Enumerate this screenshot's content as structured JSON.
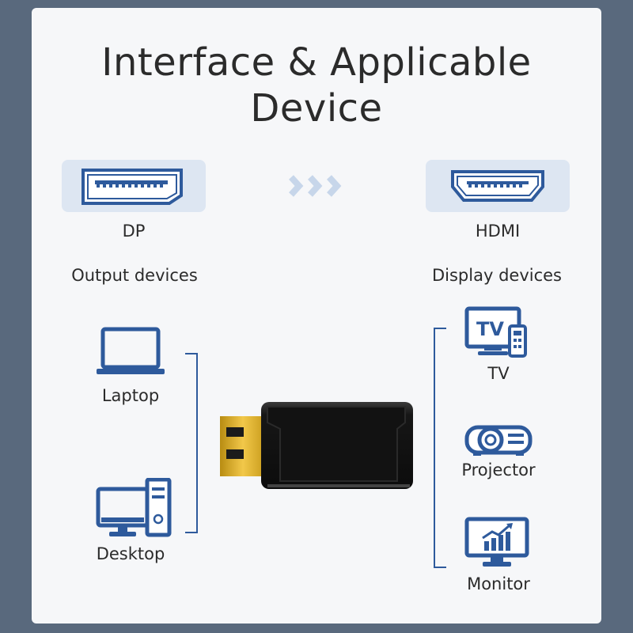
{
  "title": "Interface & Applicable Device",
  "ports": {
    "left_label": "DP",
    "right_label": "HDMI"
  },
  "groups": {
    "output_label": "Output devices",
    "display_label": "Display devices"
  },
  "output_devices": [
    "Laptop",
    "Desktop"
  ],
  "display_devices": [
    "TV",
    "Projector",
    "Monitor"
  ],
  "icon_text": {
    "tv": "TV"
  },
  "colors": {
    "background": "#59697d",
    "card": "#f6f7f9",
    "port_box": "#dde6f2",
    "icon_blue": "#2e5a9c",
    "arrow": "#c7d6ea",
    "connector_gold": "#d9a81d",
    "adapter_body": "#1b1b1b"
  }
}
